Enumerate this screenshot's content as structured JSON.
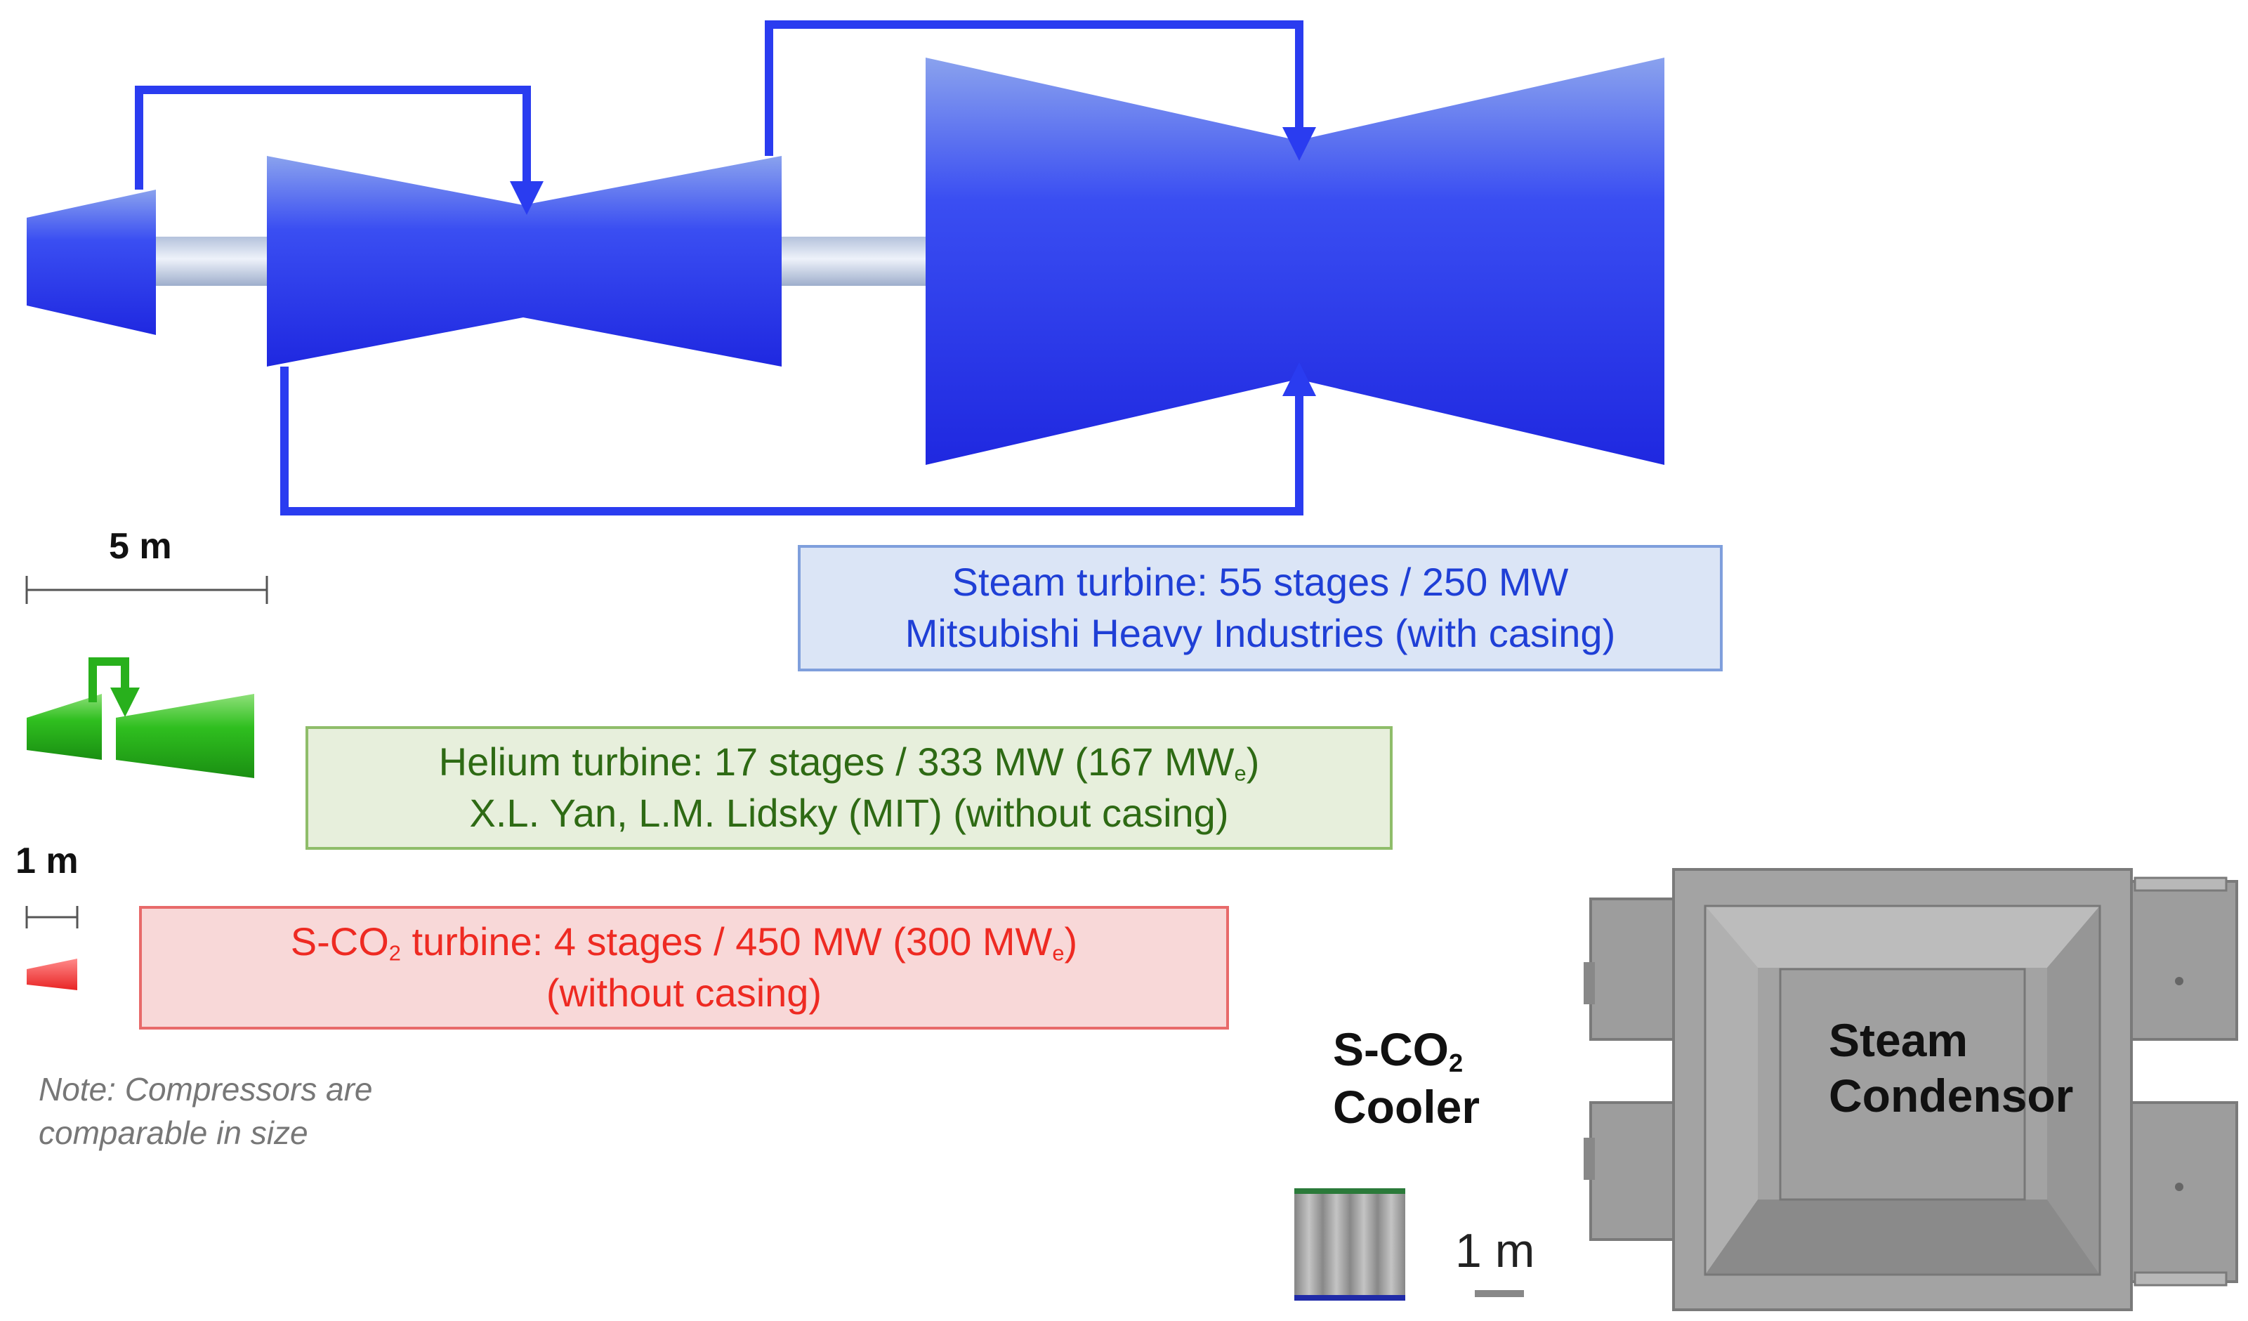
{
  "steam_turbine": {
    "line1": "Steam turbine:  55 stages / 250 MW",
    "line2": "Mitsubishi Heavy Industries (with casing)"
  },
  "helium_turbine": {
    "line1_pre": "Helium turbine:  17 stages / 333 MW (167 MW",
    "line1_sub": "e",
    "line1_post": ")",
    "line2": "X.L. Yan, L.M. Lidsky (MIT) (without casing)"
  },
  "sco2_turbine": {
    "line1_a": "S-CO",
    "line1_a_sub": "2",
    "line1_b": " turbine:  4 stages / 450 MW (300 MW",
    "line1_b_sub": "e",
    "line1_c": ")",
    "line2": "(without casing)"
  },
  "scale_5m": "5 m",
  "scale_1m_left": "1 m",
  "scale_1m_right": "1 m",
  "note": {
    "line1": "Note: Compressors are",
    "line2": "comparable in size"
  },
  "cooler": {
    "line1": "S-CO",
    "line1_sub": "2",
    "line2": "Cooler"
  },
  "condensor": {
    "line1": "Steam",
    "line2": "Condensor"
  },
  "colors": {
    "steam_blue": "#2a3cf0",
    "helium_green": "#28b01c",
    "sco2_red": "#f04040",
    "equipment_gray": "#9a9a9a"
  }
}
